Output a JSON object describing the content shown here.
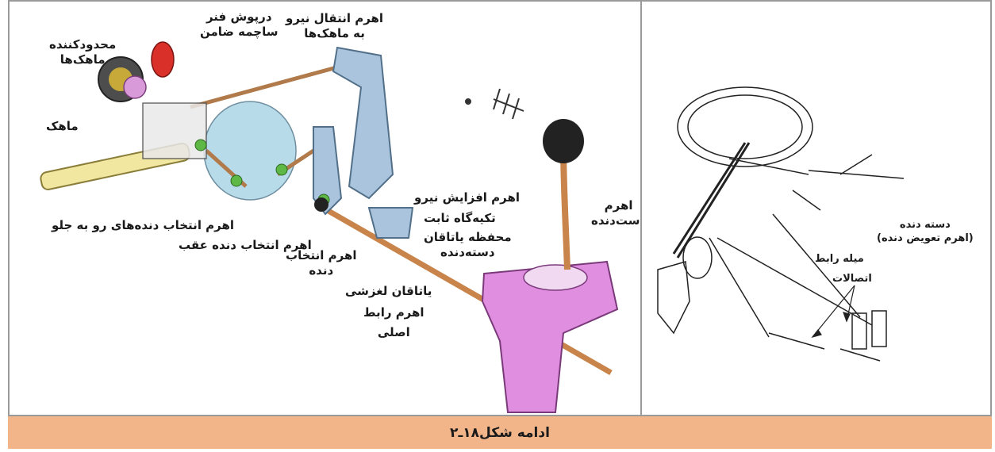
{
  "figure": {
    "caption": "ادامه شکل۱۸ـ۲",
    "left_labels": {
      "spring_cap_l1": "درپوش فنر",
      "spring_cap_l2": "ساچمه ضامن",
      "limiter_l1": "محدودکننده",
      "limiter_l2": "ماهک‌ها",
      "transfer_l1": "اهرم انتقال نیرو",
      "transfer_l2": "به ماهک‌ها",
      "fork": "ماهک",
      "forward_select": "اهرم انتخاب دنده‌های رو به جلو",
      "reverse_select": "اهرم انتخاب دنده عقب",
      "gear_select_l1": "اهرم انتخاب",
      "gear_select_l2": "دنده",
      "booster": "اهرم افزایش نیرو",
      "fixed_support": "تکیه‌گاه ثابت",
      "bearing_housing_l1": "محفظه یاتاقان",
      "bearing_housing_l2": "دسته‌دنده",
      "gear_lever_l1": "اهرم",
      "gear_lever_l2": "دست‌دنده",
      "sliding_bearing": "یاتاقان لغزشی",
      "main_link_l1": "اهرم رابط",
      "main_link_l2": "اصلی"
    },
    "right_labels": {
      "shift_handle_l1": "دسته دنده",
      "shift_handle_l2": "(اهرم تعویض دنده)",
      "link_rod": "میله رابط",
      "connections": "اتصالات"
    },
    "colors": {
      "caption_bg": "#f2b58a",
      "border": "#9a9a9a",
      "housing": "#e08ee0",
      "rod": "#c8844a",
      "bracket": "#a9c4dc",
      "knob": "#222222",
      "ball_red": "#d9302a",
      "green_joint": "#5db845"
    }
  }
}
